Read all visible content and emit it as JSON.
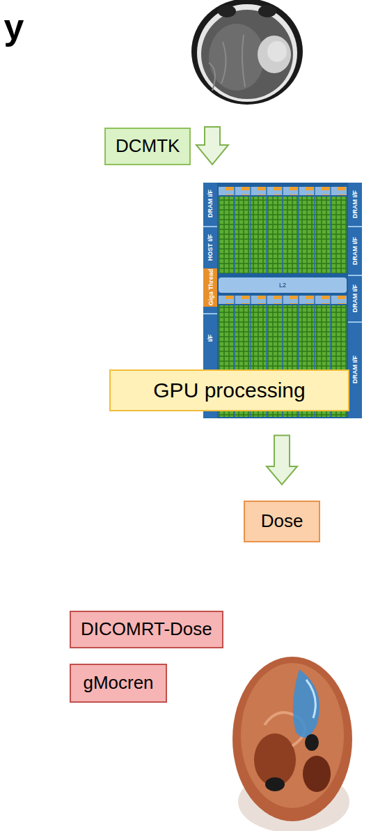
{
  "diagram": {
    "nodes": [
      {
        "text": [
          "DCMTK"
        ]
      },
      {
        "text": [
          "GPU processing"
        ]
      },
      {
        "text": [
          "Dose"
        ]
      },
      {
        "text": [
          "DICOMRT-Dose"
        ]
      },
      {
        "text": [
          "gMocren"
        ]
      }
    ],
    "edges": [
      {
        "from": 1,
        "to": 2,
        "arrow": "to"
      }
    ],
    "labels": [
      "y",
      "DRAM I/F",
      "HOST I/F",
      "Giga Thread",
      "I/F",
      "DRAM I/F",
      "DRAM I/F",
      "DRAM I/F",
      "DRAM I/F",
      "L2"
    ]
  }
}
